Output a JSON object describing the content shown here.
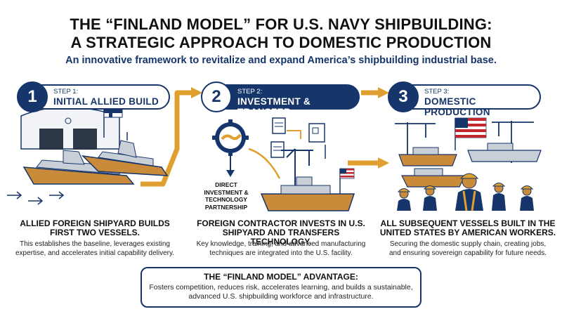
{
  "header": {
    "title_line1": "THE “FINLAND MODEL” FOR U.S. NAVY SHIPBUILDING:",
    "title_line2": "A STRATEGIC APPROACH TO DOMESTIC PRODUCTION",
    "subtitle": "An innovative framework to revitalize and expand America’s shipbuilding industrial base."
  },
  "steps": [
    {
      "number": "1",
      "label": "STEP 1:",
      "name": "INITIAL ALLIED BUILD",
      "heading_line1": "ALLIED FOREIGN SHIPYARD BUILDS",
      "heading_line2": "FIRST TWO VESSELS.",
      "body_line1": "This establishes the baseline, leverages existing",
      "body_line2": "expertise, and accelerates initial capability delivery."
    },
    {
      "number": "2",
      "label": "STEP 2:",
      "name": "INVESTMENT & TRANSFER",
      "heading_line1": "FOREIGN CONTRACTOR INVESTS IN U.S.",
      "heading_line2": "SHIPYARD AND TRANSFERS TECHNOLOGY.",
      "body_line1": "Key knowledge, training, and advanced manufacturing",
      "body_line2": "techniques are integrated into the U.S. facility."
    },
    {
      "number": "3",
      "label": "STEP 3:",
      "name": "DOMESTIC PRODUCTION",
      "heading_line1": "ALL SUBSEQUENT VESSELS BUILT IN THE",
      "heading_line2": "UNITED STATES BY AMERICAN WORKERS.",
      "body_line1": "Securing the domestic supply chain, creating jobs,",
      "body_line2": "and ensuring sovereign capability for future needs."
    }
  ],
  "partnership_label": {
    "line1": "DIRECT",
    "line2": "INVESTMENT &",
    "line3": "TECHNOLOGY",
    "line4": "PARTNERSHIP"
  },
  "advantage": {
    "title": "THE “FINLAND MODEL” ADVANTAGE:",
    "line1": "Fosters competition, reduces risk, accelerates learning, and builds a sustainable,",
    "line2": "advanced U.S. shipbuilding workforce and infrastructure."
  },
  "colors": {
    "navy": "#16356a",
    "orange": "#e0a030",
    "hull": "#c98a3a",
    "ship_grey": "#c9cfd6",
    "us_red": "#c0272d"
  },
  "icons": [
    "finland-flag-icon",
    "us-flag-icon",
    "handshake-gear-icon",
    "document-icon",
    "crane-icon",
    "ship-icon",
    "worker-icon"
  ]
}
